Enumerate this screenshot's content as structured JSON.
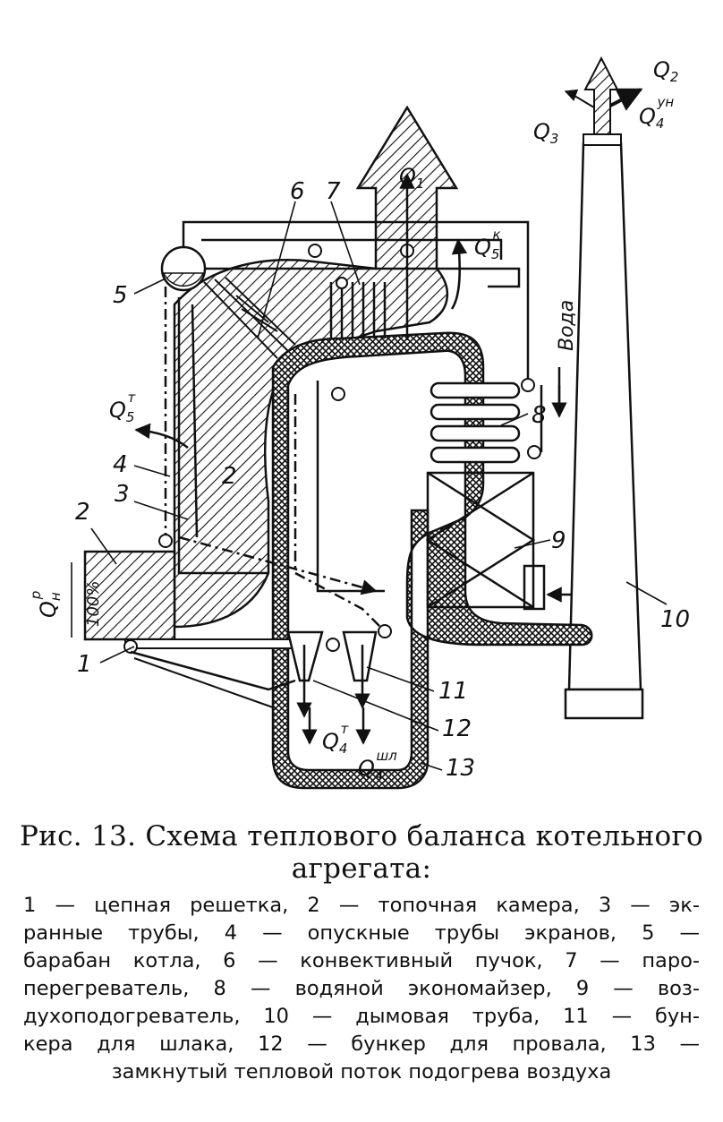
{
  "caption": {
    "title_line1": "Рис. 13. Схема теплового баланса котельного",
    "title_line2": "агрегата:",
    "legend": [
      {
        "n": "1",
        "t": " — цепная решетка, "
      },
      {
        "n": "2",
        "t": " — топочная камера, "
      },
      {
        "n": "3",
        "t": " — экранные трубы, "
      },
      {
        "n": "4",
        "t": " — опускные трубы экранов, "
      },
      {
        "n": "5",
        "t": " — барабан котла, "
      },
      {
        "n": "6",
        "t": " — конвективный пучок, "
      },
      {
        "n": "7",
        "t": " — пароперегреватель, "
      },
      {
        "n": "8",
        "t": " — водяной экономайзер, "
      },
      {
        "n": "9",
        "t": " — воздухоподогреватель, "
      },
      {
        "n": "10",
        "t": " — дымовая труба, "
      },
      {
        "n": "11",
        "t": " — бункера для шлака, "
      },
      {
        "n": "12",
        "t": " — бункер для провала, "
      },
      {
        "n": "13",
        "t": " — замкнутый тепловой поток подогрева воздуха"
      }
    ]
  },
  "legend_lines": [
    "1 — цепная решетка, 2 — топочная камера, 3 — эк-",
    "ранные трубы, 4 — опускные трубы экранов, 5 —",
    "барабан котла, 6 — конвективный пучок, 7 — паро-",
    "перегреватель, 8 — водяной экономайзер, 9 — воз-",
    "духоподогреватель, 10 — дымовая труба, 11 — бун-",
    "кера для шлака, 12 — бункер для провала, 13 —",
    "замкнутый тепловой поток подогрева воздуха"
  ],
  "labels": {
    "n1": "1",
    "n2": "2",
    "n2b": "2",
    "n3": "3",
    "n4": "4",
    "n5": "5",
    "n6": "6",
    "n7": "7",
    "n8": "8",
    "n9": "9",
    "n10": "10",
    "n11": "11",
    "n12": "12",
    "n13": "13",
    "water": "Вода",
    "percent": "100%",
    "q_base": "Q",
    "q1_sub": "1",
    "q2_sub": "2",
    "q3_sub": "3",
    "q4un_sub": "4",
    "q4un_sup": "ун",
    "q5k_sub": "5",
    "q5k_sup": "к",
    "q5t_sub": "5",
    "q5t_sup": "т",
    "q4t_sub": "4",
    "q4t_sup": "т",
    "q4sl_sub": "4",
    "q4sl_sup": "шл",
    "qhp_sub": "н",
    "qhp_sup": "р"
  }
}
